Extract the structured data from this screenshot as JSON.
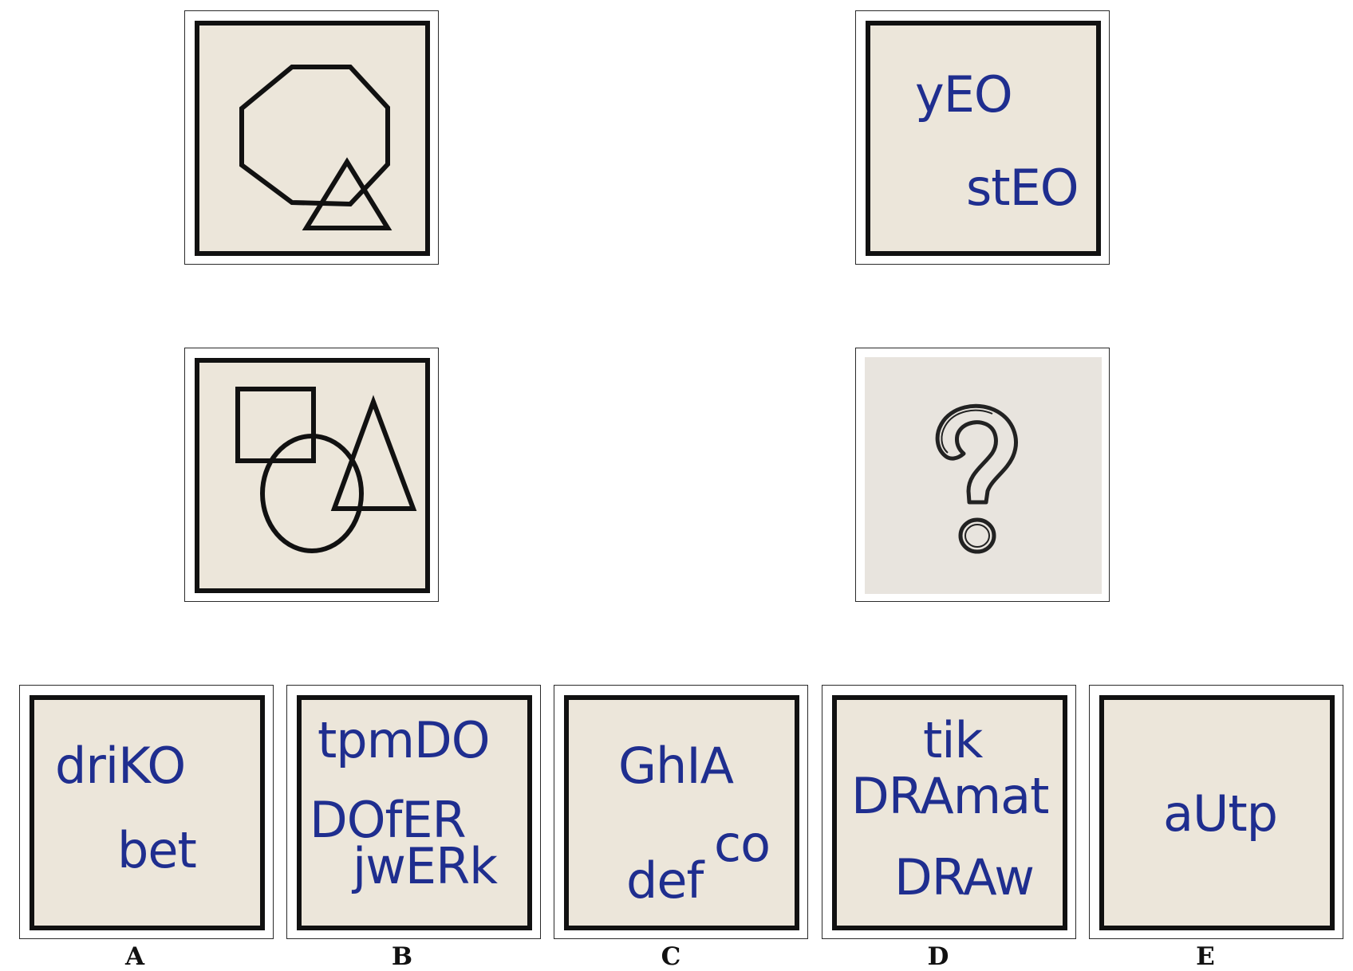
{
  "puzzle": {
    "top_left": {
      "shapes": [
        "octagon-icon",
        "triangle-icon"
      ]
    },
    "top_right": {
      "words": [
        "yEO",
        "stEO"
      ]
    },
    "middle_left": {
      "shapes": [
        "square-icon",
        "circle-icon",
        "triangle-icon"
      ]
    },
    "missing": {
      "icon": "question-mark-icon"
    }
  },
  "options": [
    {
      "label": "A",
      "words": [
        "driKO",
        "bet"
      ]
    },
    {
      "label": "B",
      "words": [
        "tpmDO",
        "DOfER",
        "jwERk"
      ]
    },
    {
      "label": "C",
      "words": [
        "GhIA",
        "co",
        "def"
      ]
    },
    {
      "label": "D",
      "words": [
        "tik",
        "DRAmat",
        "DRAw"
      ]
    },
    {
      "label": "E",
      "words": [
        "aUtp"
      ]
    }
  ],
  "colors": {
    "text": "#1f2e8f",
    "panel": "#ece6da",
    "stroke": "#111111"
  }
}
